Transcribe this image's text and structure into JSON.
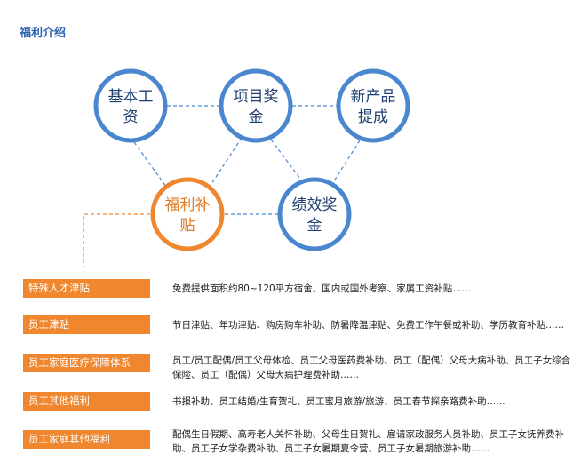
{
  "page_title": "福利介绍",
  "colors": {
    "title": "#2a62b0",
    "circle_blue": "#4a87cf",
    "circle_orange": "#f0862e",
    "blue_text": "#1f3f70",
    "orange_text": "#e07a25",
    "row_label_bg": "#f0862e"
  },
  "circles": [
    {
      "id": "basic-salary",
      "lines": [
        "基本工",
        "资"
      ],
      "color": "blue"
    },
    {
      "id": "project-bonus",
      "lines": [
        "项目奖",
        "金"
      ],
      "color": "blue"
    },
    {
      "id": "new-product-commission",
      "lines": [
        "新产品",
        "提成"
      ],
      "color": "blue"
    },
    {
      "id": "welfare-subsidy",
      "lines": [
        "福利补",
        "贴"
      ],
      "color": "orange"
    },
    {
      "id": "performance-bonus",
      "lines": [
        "绩效奖",
        "金"
      ],
      "color": "blue"
    }
  ],
  "welfare_rows": [
    {
      "label": "特殊人才津贴",
      "desc": "免费提供面积约80~120平方宿舍、国内或国外考察、家属工资补贴……"
    },
    {
      "label": "员工津贴",
      "desc": "节日津贴、年功津贴、购房购车补助、防暑降温津贴、免费工作午餐或补助、学历教育补贴……"
    },
    {
      "label": "员工家庭医疗保障体系",
      "desc": "员工/员工配偶/员工父母体检、员工父母医药费补助、员工（配偶）父母大病补助、员工子女综合保险、员工（配偶）父母大病护理费补助……"
    },
    {
      "label": "员工其他福利",
      "desc": "书报补助、员工结婚/生育贺礼、员工蜜月旅游/旅游、员工春节探亲路费补助……"
    },
    {
      "label": "员工家庭其他福利",
      "desc": "配偶生日假期、高寿老人关怀补助、父母生日贺礼、雇请家政服务人员补助、员工子女抚养费补助、员工子女学杂费补助、员工子女暑期夏令营、员工子女暑期旅游补助……"
    }
  ]
}
